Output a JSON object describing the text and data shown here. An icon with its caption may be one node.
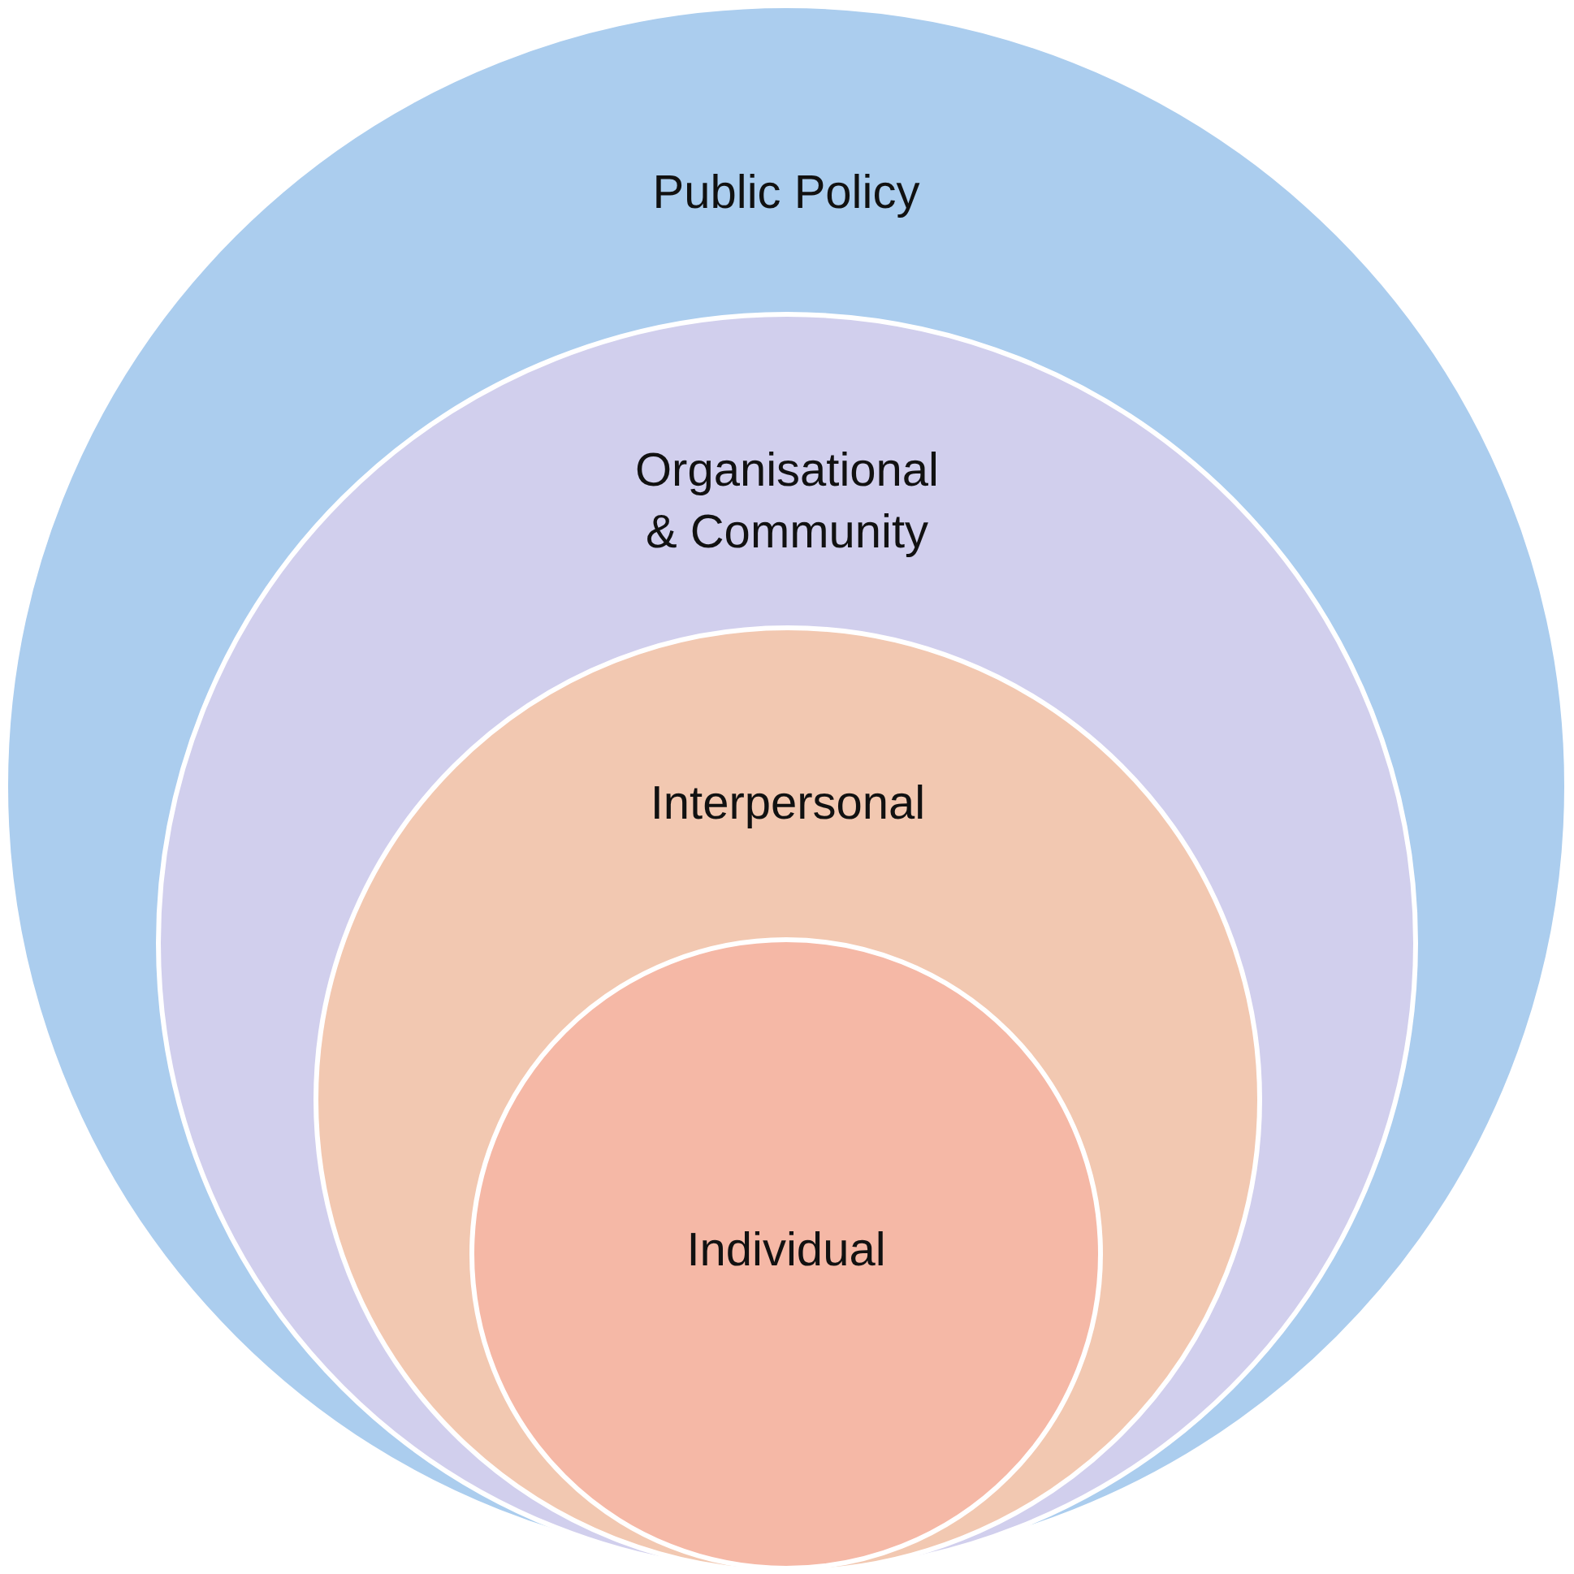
{
  "diagram": {
    "nodes": [
      {
        "text": [
          "Public Policy"
        ]
      },
      {
        "text": [
          "Organisational & Community"
        ],
        "in": 0
      },
      {
        "text": [
          "Interpersonal"
        ],
        "in": 1
      },
      {
        "text": [
          "Individual"
        ],
        "in": 2
      }
    ]
  }
}
